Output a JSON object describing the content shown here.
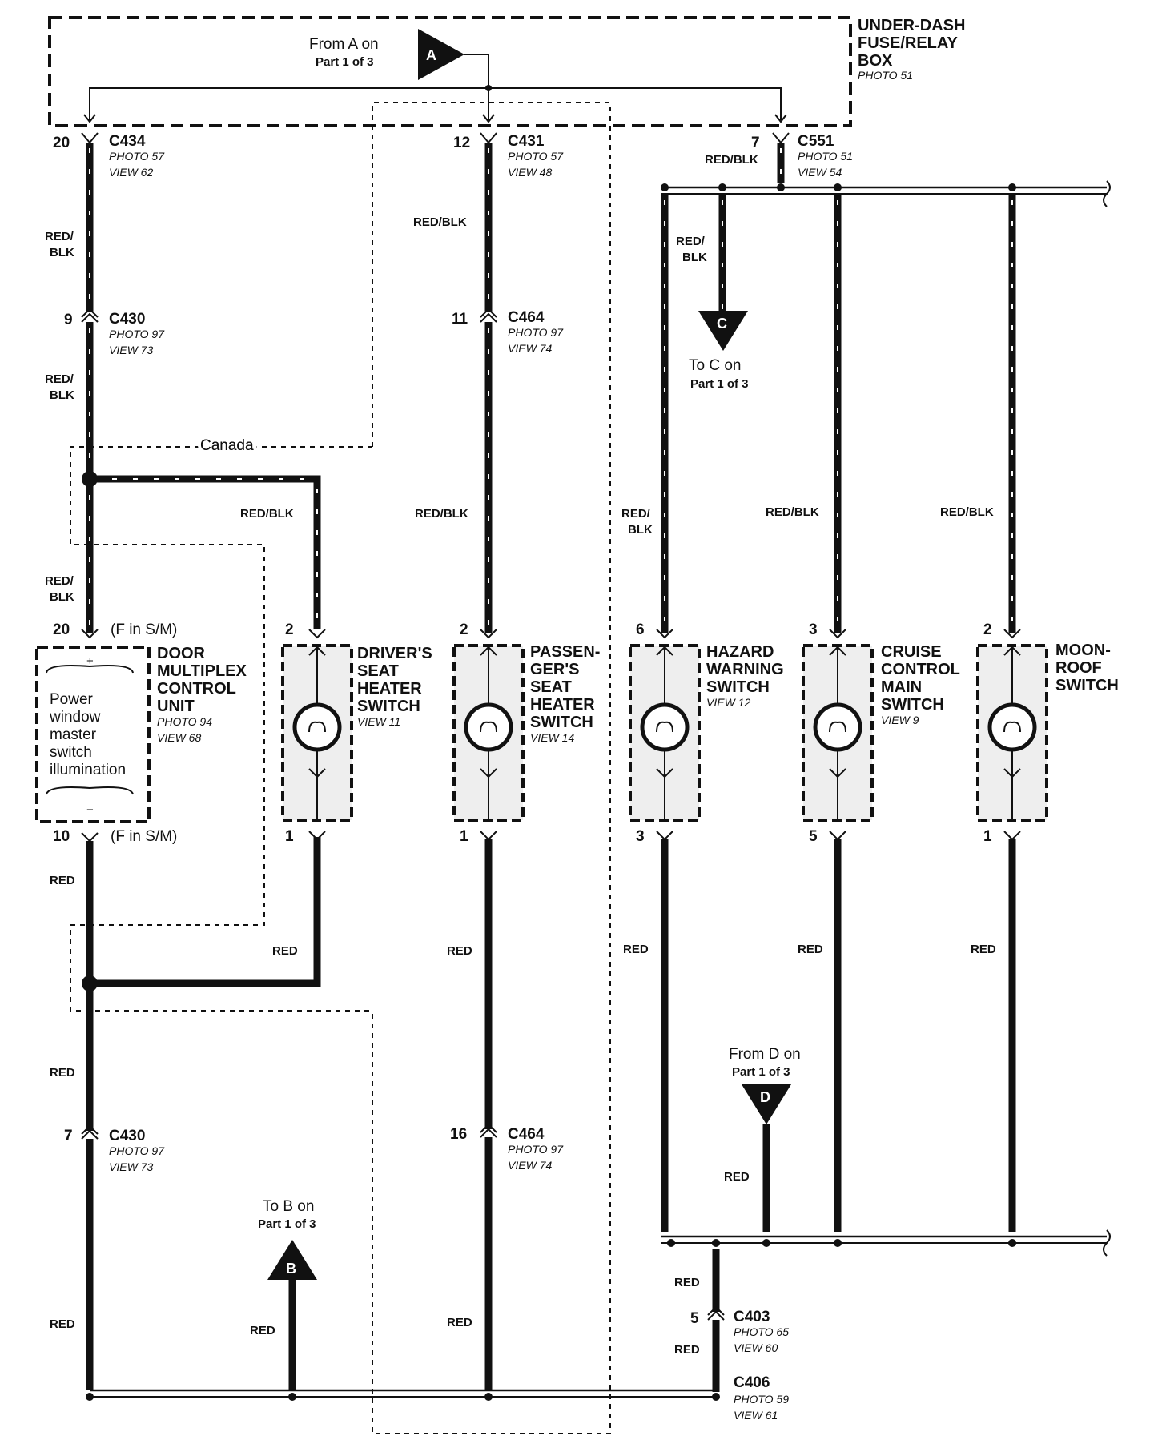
{
  "fuse_box": {
    "title_lines": [
      "UNDER-DASH",
      "FUSE/RELAY",
      "BOX"
    ],
    "photo": "PHOTO 51",
    "from_a_line1": "From A on",
    "from_a_line2": "Part 1 of 3",
    "a_letter": "A"
  },
  "connectors": {
    "c434": {
      "pin": "20",
      "name": "C434",
      "photo": "PHOTO 57",
      "view": "VIEW 62"
    },
    "c431": {
      "pin": "12",
      "name": "C431",
      "photo": "PHOTO 57",
      "view": "VIEW 48"
    },
    "c551": {
      "pin": "7",
      "name": "C551",
      "photo": "PHOTO 51",
      "view": "VIEW 54"
    },
    "c430_top": {
      "pin": "9",
      "name": "C430",
      "photo": "PHOTO 97",
      "view": "VIEW 73"
    },
    "c464_top": {
      "pin": "11",
      "name": "C464",
      "photo": "PHOTO 97",
      "view": "VIEW 74"
    },
    "c430_bot": {
      "pin": "7",
      "name": "C430",
      "photo": "PHOTO 97",
      "view": "VIEW 73"
    },
    "c464_bot": {
      "pin": "16",
      "name": "C464",
      "photo": "PHOTO 97",
      "view": "VIEW 74"
    },
    "c403": {
      "pin": "5",
      "name": "C403",
      "photo": "PHOTO 65",
      "view": "VIEW 60"
    },
    "c406": {
      "name": "C406",
      "photo": "PHOTO 59",
      "view": "VIEW 61"
    }
  },
  "wires": {
    "red_blk": "RED/BLK",
    "red_slash": "RED/",
    "blk": "BLK",
    "red": "RED"
  },
  "canada": "Canada",
  "offpage": {
    "to_c_line1": "To C on",
    "to_c_line2": "Part 1 of 3",
    "c_letter": "C",
    "from_d_line1": "From D on",
    "from_d_line2": "Part 1 of 3",
    "d_letter": "D",
    "to_b_line1": "To B on",
    "to_b_line2": "Part 1 of 3",
    "b_letter": "B"
  },
  "door_unit": {
    "pin_top": "20",
    "pin_bot": "10",
    "fsm_top": "(F in S/M)",
    "fsm_bot": "(F in S/M)",
    "title_lines": [
      "DOOR",
      "MULTIPLEX",
      "CONTROL",
      "UNIT"
    ],
    "photo": "PHOTO 94",
    "view": "VIEW 68",
    "inner_lines": [
      "Power",
      "window",
      "master",
      "switch",
      "illumination"
    ],
    "plus": "+",
    "minus": "−"
  },
  "switches": [
    {
      "pin_top": "2",
      "pin_bot": "1",
      "title_lines": [
        "DRIVER'S",
        "SEAT",
        "HEATER",
        "SWITCH"
      ],
      "view": "VIEW 11"
    },
    {
      "pin_top": "2",
      "pin_bot": "1",
      "title_lines": [
        "PASSEN-",
        "GER'S",
        "SEAT",
        "HEATER",
        "SWITCH"
      ],
      "view": "VIEW 14"
    },
    {
      "pin_top": "6",
      "pin_bot": "3",
      "title_lines": [
        "HAZARD",
        "WARNING",
        "SWITCH"
      ],
      "view": "VIEW 12"
    },
    {
      "pin_top": "3",
      "pin_bot": "5",
      "title_lines": [
        "CRUISE",
        "CONTROL",
        "MAIN",
        "SWITCH"
      ],
      "view": "VIEW 9"
    },
    {
      "pin_top": "2",
      "pin_bot": "1",
      "title_lines": [
        "MOON-",
        "ROOF",
        "SWITCH"
      ],
      "view": ""
    }
  ]
}
